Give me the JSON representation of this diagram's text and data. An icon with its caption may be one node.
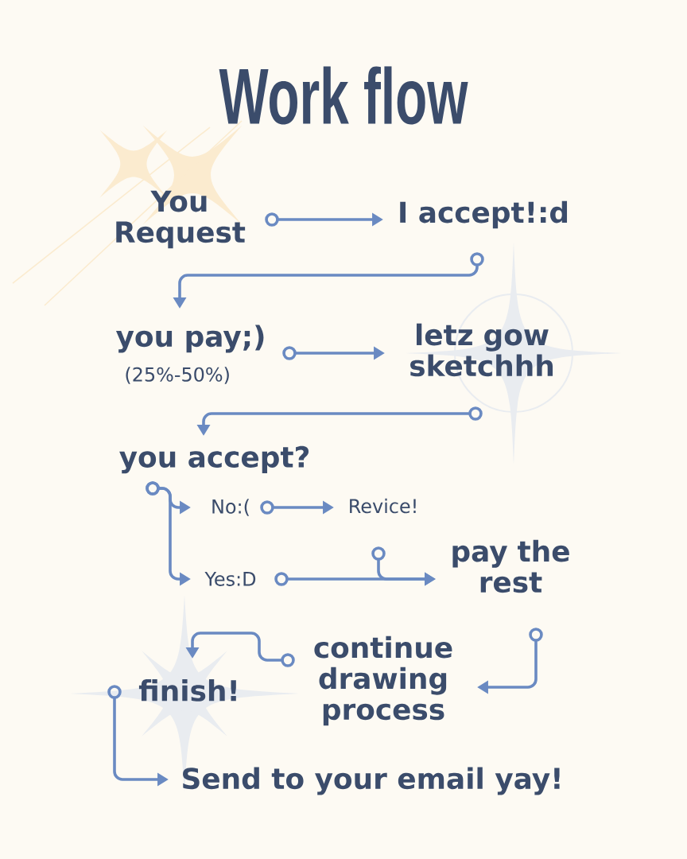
{
  "diagram": {
    "title": "Work flow",
    "nodes": [
      {
        "text": [
          "You Request"
        ]
      },
      {
        "text": [
          "I accept!:d"
        ]
      },
      {
        "text": [
          "you pay;)"
        ],
        "beside": [
          "(25%-50%)"
        ]
      },
      {
        "text": [
          "letz gow sketchhh"
        ]
      },
      {
        "text": [
          "you accept?"
        ]
      },
      {
        "text": [
          "No:("
        ]
      },
      {
        "text": [
          "Revice!"
        ]
      },
      {
        "text": [
          "Yes:D"
        ]
      },
      {
        "text": [
          "pay the rest"
        ]
      },
      {
        "text": [
          "continue drawing process"
        ]
      },
      {
        "text": [
          "finish!"
        ]
      },
      {
        "text": [
          "Send to your email yay!"
        ]
      }
    ],
    "edges": [
      {
        "from": 0,
        "to": 1,
        "arrow": "to"
      },
      {
        "from": 1,
        "to": 2,
        "arrow": "to"
      },
      {
        "from": 2,
        "to": 3,
        "arrow": "to"
      },
      {
        "from": 3,
        "to": 4,
        "arrow": "to"
      },
      {
        "from": 4,
        "to": 5,
        "arrow": "to"
      },
      {
        "from": 4,
        "to": 7,
        "arrow": "to"
      },
      {
        "from": 5,
        "to": 6,
        "arrow": "to"
      },
      {
        "from": 7,
        "to": 8,
        "arrow": "to"
      },
      {
        "from": 6,
        "to": 8,
        "arrow": "to"
      },
      {
        "from": 8,
        "to": 9,
        "arrow": "to"
      },
      {
        "from": 9,
        "to": 10,
        "arrow": "to"
      },
      {
        "from": 10,
        "to": 11,
        "arrow": "to"
      }
    ]
  }
}
